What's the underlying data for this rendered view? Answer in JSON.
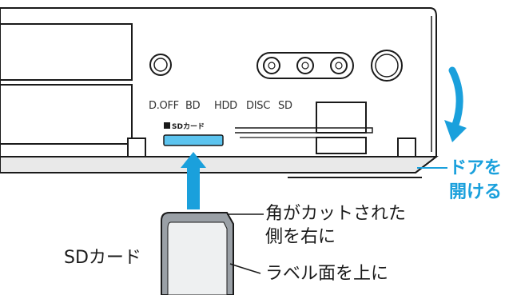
{
  "device": {
    "panel_labels": [
      "D.OFF",
      "BD",
      "HDD",
      "DISC",
      "SD"
    ],
    "slot_label": "SDカード"
  },
  "callouts": {
    "corner_line1": "角がカットされた",
    "corner_line2": "側を右に",
    "label_face": "ラベル面を上に",
    "card_name": "SDカード",
    "door_line1": "ドアを",
    "door_line2": "開ける"
  },
  "colors": {
    "accent": "#1aa0dc",
    "slot_fill": "#5cc4ef",
    "line": "#1a1a1a"
  }
}
